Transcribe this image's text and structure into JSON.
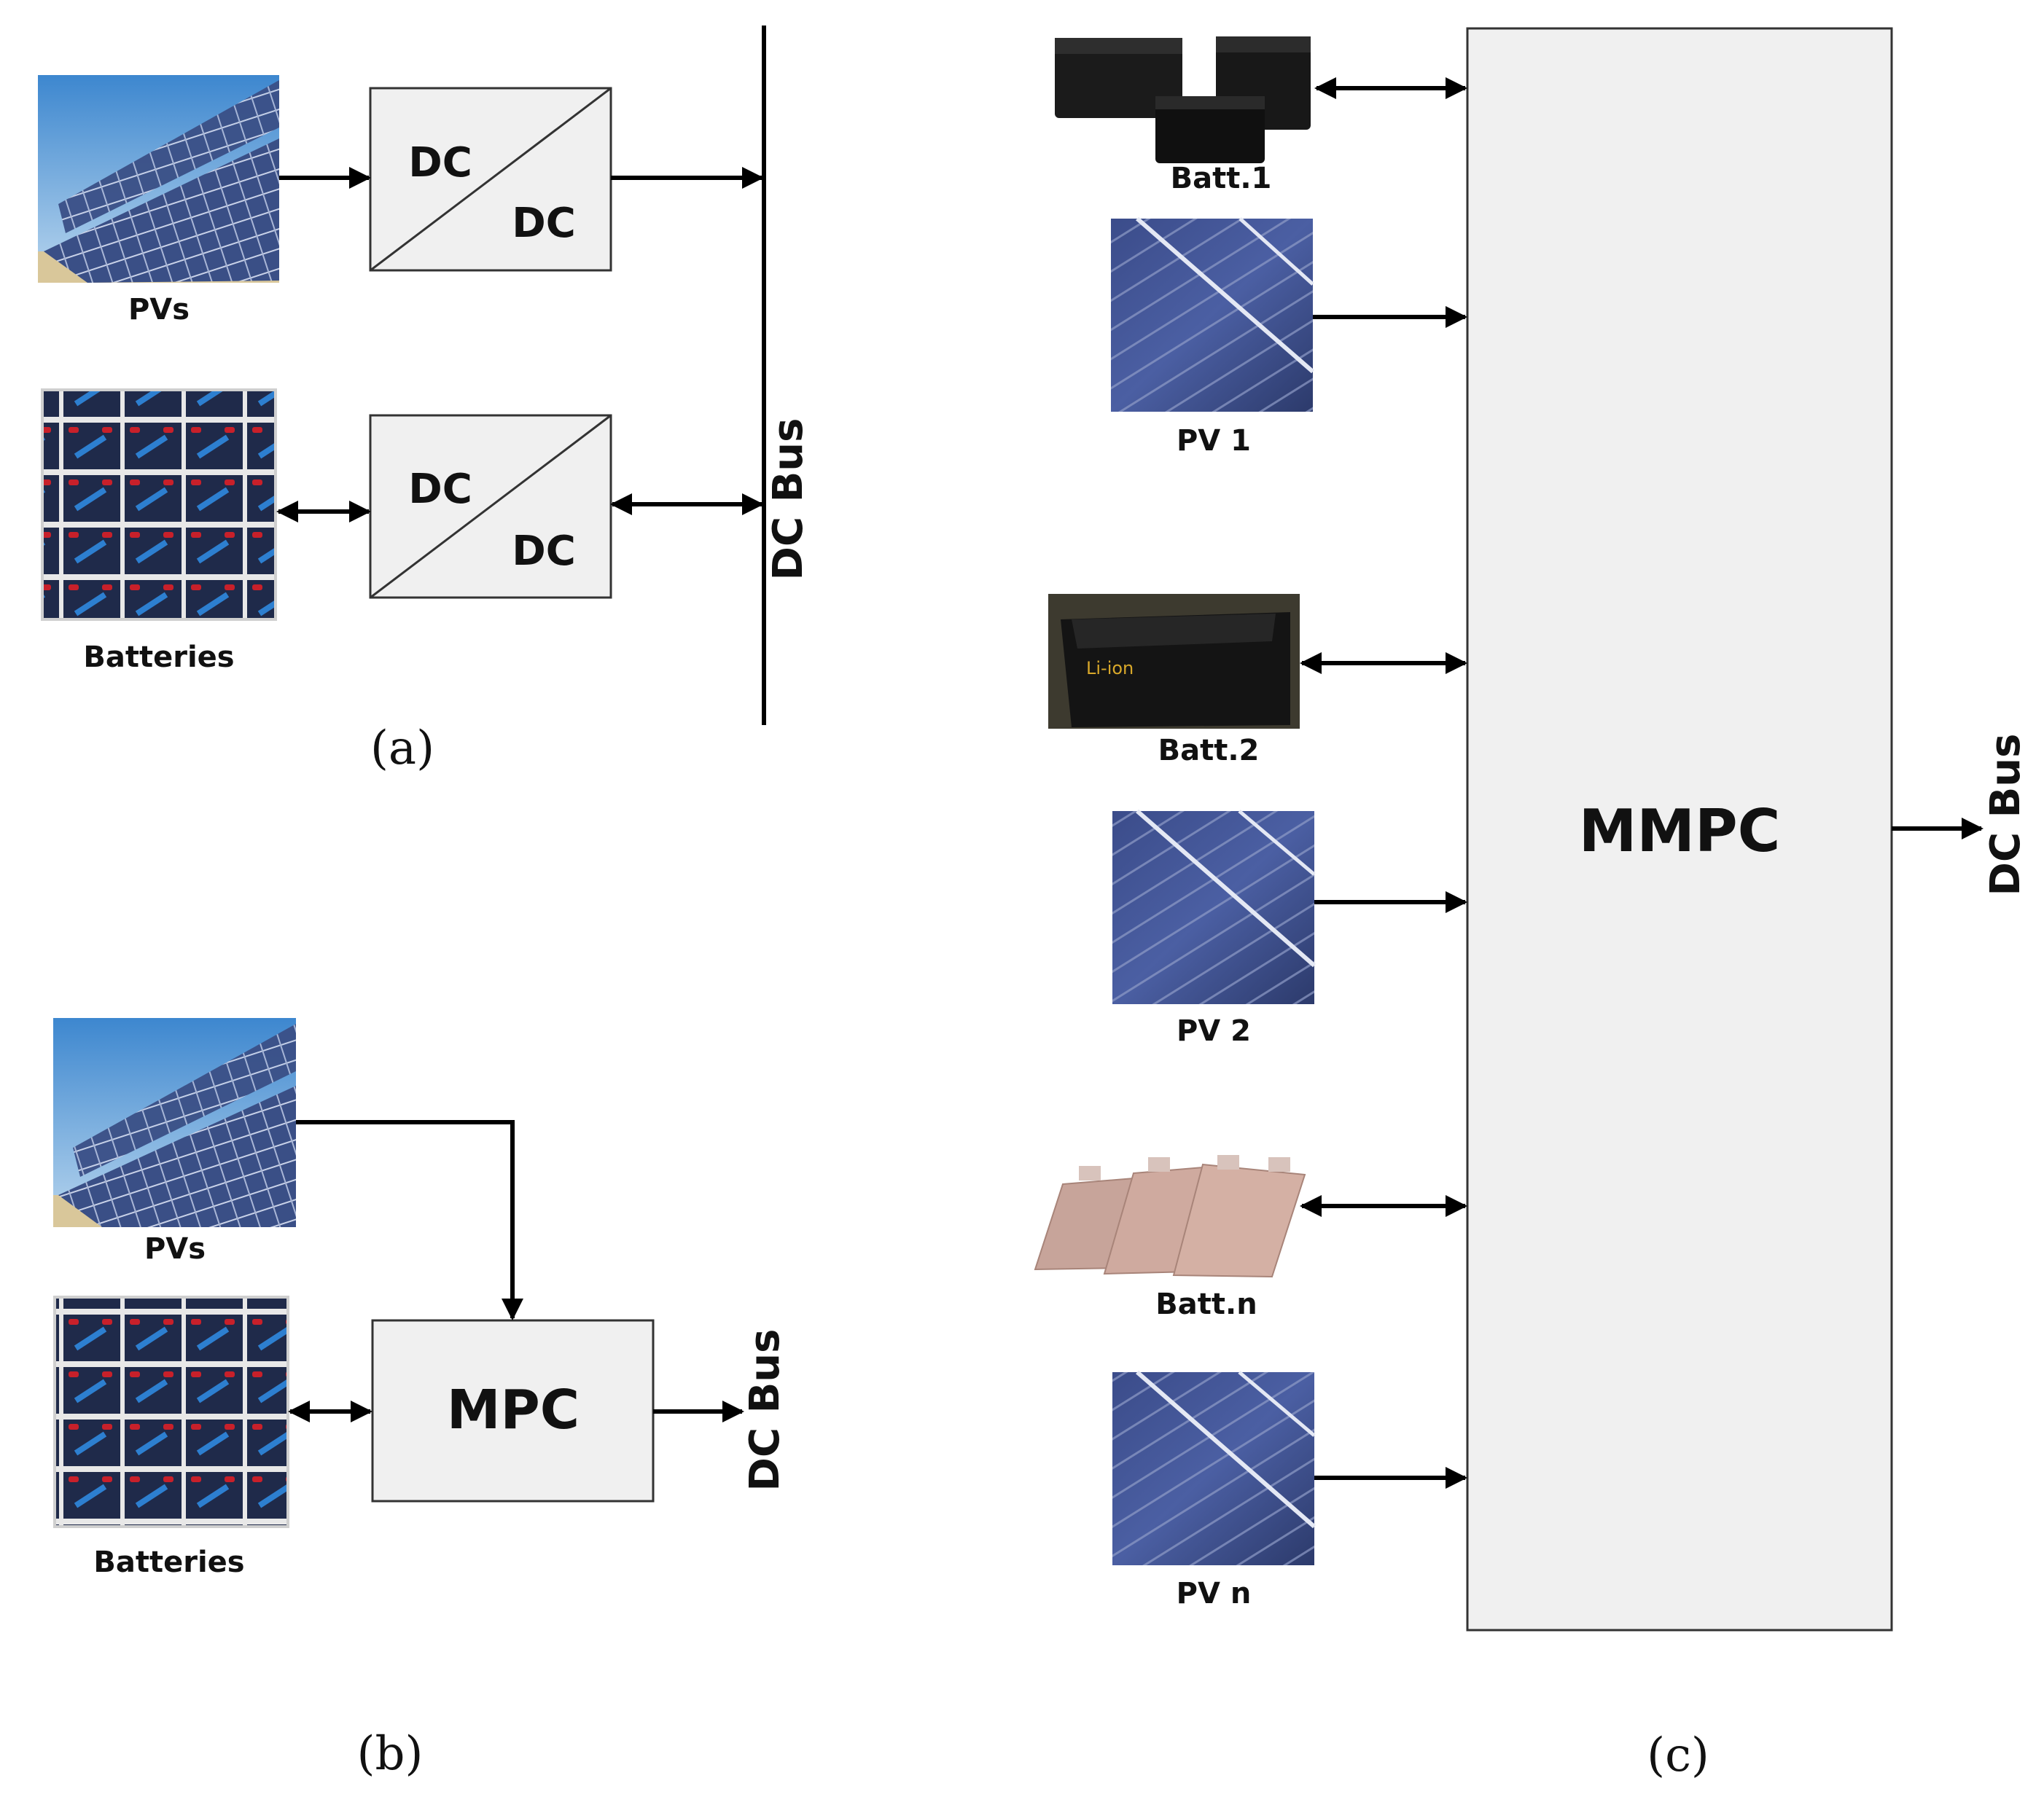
{
  "panel_a": {
    "caption": "(a)",
    "pv_label": "PVs",
    "battery_label": "Batteries",
    "converter_top": {
      "in": "DC",
      "out": "DC"
    },
    "converter_bottom": {
      "in": "DC",
      "out": "DC"
    },
    "bus_label": "DC Bus"
  },
  "panel_b": {
    "caption": "(b)",
    "pv_label": "PVs",
    "battery_label": "Batteries",
    "converter_label": "MPC",
    "bus_label": "DC Bus"
  },
  "panel_c": {
    "caption": "(c)",
    "converter_label": "MMPC",
    "bus_label": "DC Bus",
    "sources": {
      "batt1": "Batt.1",
      "pv1": "PV 1",
      "batt2": "Batt.2",
      "pv2": "PV 2",
      "battn": "Batt.n",
      "pvn": "PV n"
    },
    "batt2_cell_text": "Li-ion"
  },
  "colors": {
    "box_fill": "#f0f0f0",
    "sky": "#6aa6d8",
    "panel_blue": "#33437a",
    "battery_red": "#c8202a"
  }
}
